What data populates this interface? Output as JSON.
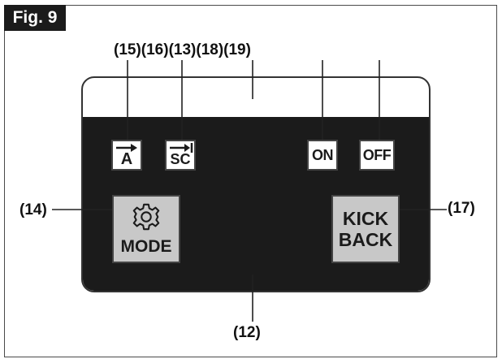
{
  "figure_label": "Fig. 9",
  "callouts": {
    "top_group": "(15)(16)(13)(18)(19)",
    "left": "(14)",
    "right": "(17)",
    "bottom": "(12)"
  },
  "display": {
    "auto_icon_letter": "A",
    "sc_icon_text": "SC",
    "on_label": "ON",
    "off_label": "OFF",
    "mode_label": "MODE",
    "kickback_line1": "KICK",
    "kickback_line2": "BACK"
  },
  "icons": {
    "auto": "arrow-right-icon",
    "sc": "arrow-to-stop-icon",
    "mode": "gear-icon"
  }
}
